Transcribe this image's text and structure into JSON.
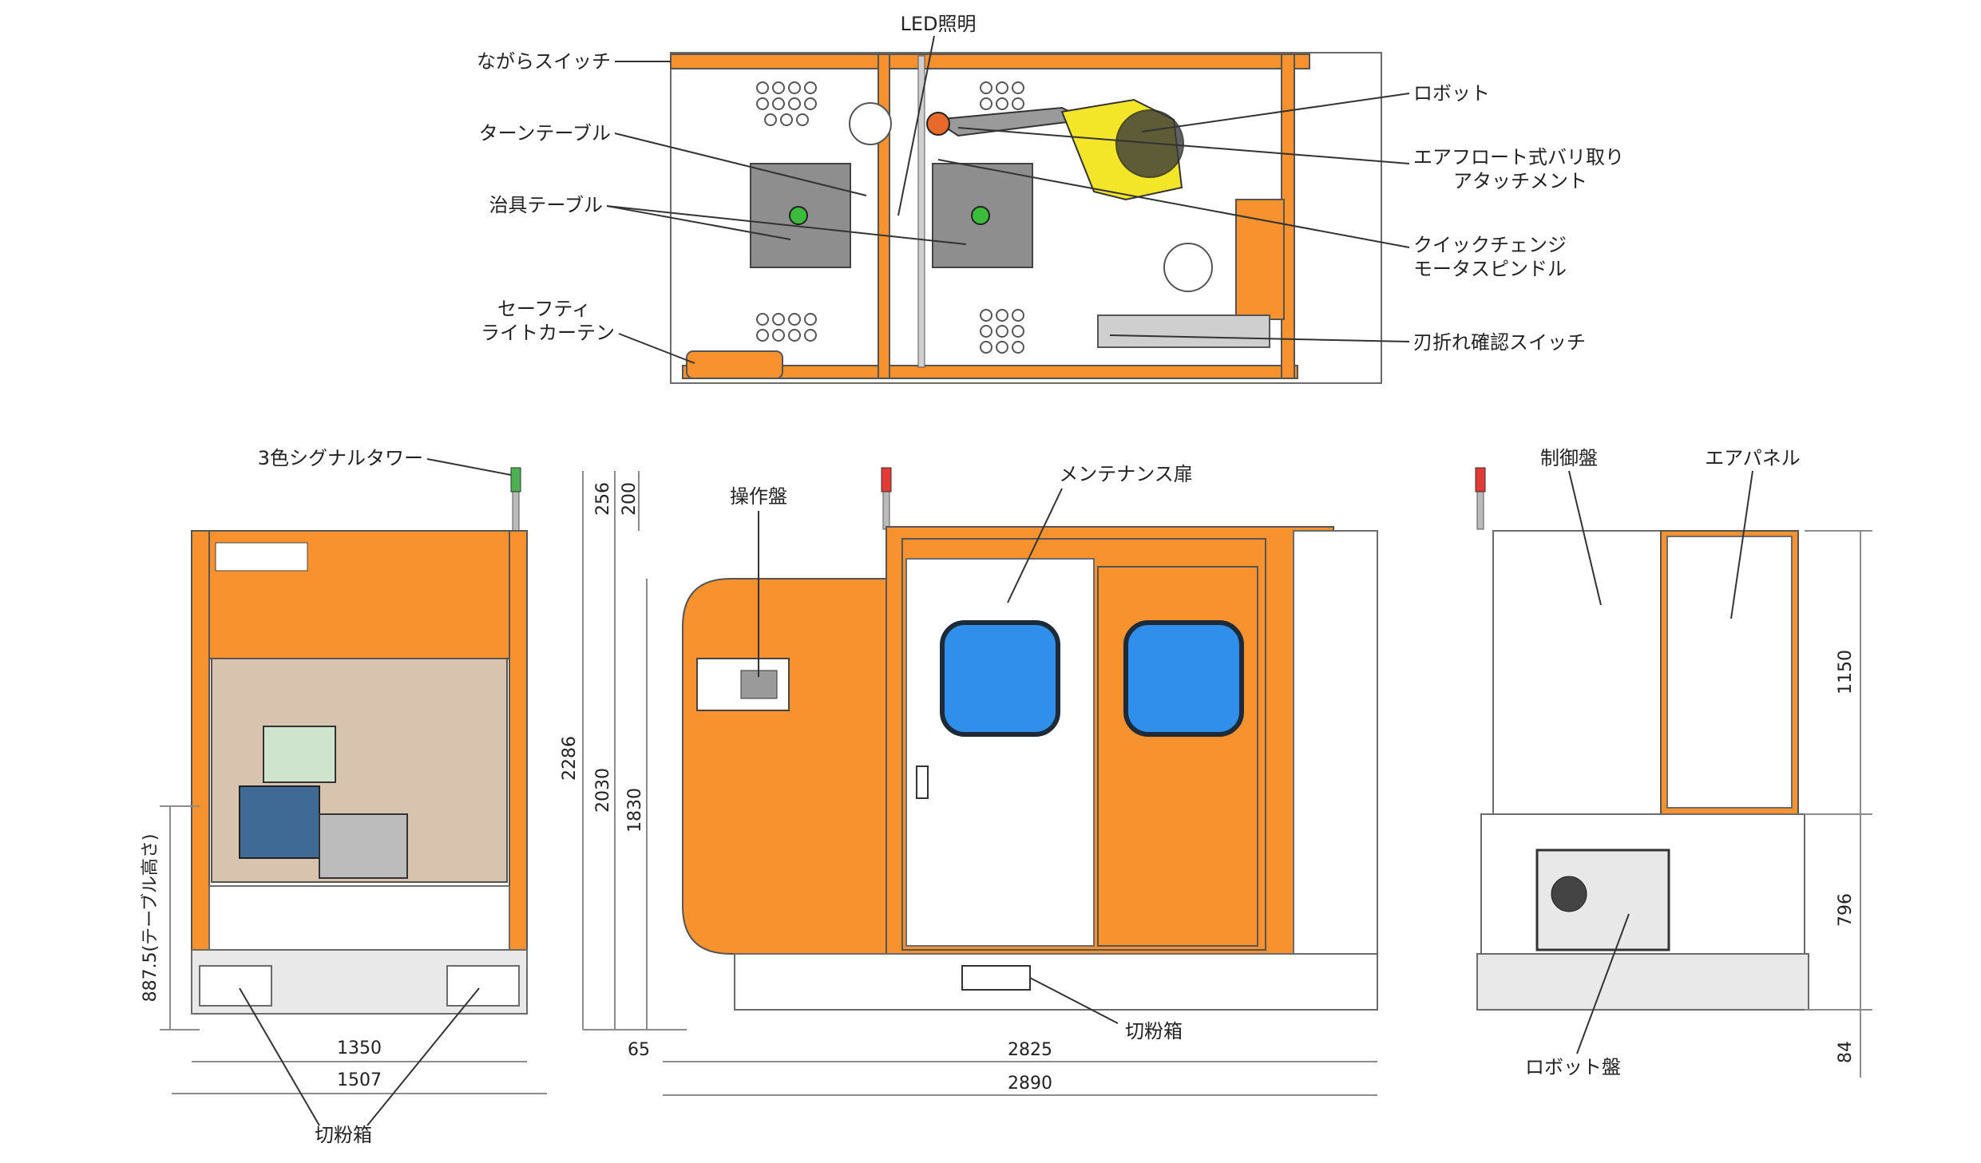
{
  "colors": {
    "body_orange": "#F7922E",
    "window_blue": "#2F8FEA",
    "robot_yellow": "#F3E629",
    "frame_gray": "#6b6b6b",
    "jig_gray": "#8e8e8e"
  },
  "labels": {
    "nagara_switch": "ながらスイッチ",
    "turntable": "ターンテーブル",
    "jig_table": "治具テーブル",
    "safety_line1": "セーフティ",
    "safety_line2": "ライトカーテン",
    "led": "LED照明",
    "robot": "ロボット",
    "air_float_line1": "エアフロート式バリ取り",
    "air_float_line2": "アタッチメント",
    "quick_change_line1": "クイックチェンジ",
    "quick_change_line2": "モータスピンドル",
    "blade_switch": "刃折れ確認スイッチ",
    "signal_tower": "3色シグナルタワー",
    "operation_panel": "操作盤",
    "maintenance_door": "メンテナンス扉",
    "control_panel": "制御盤",
    "air_panel": "エアパネル",
    "chip_box_front": "切粉箱",
    "chip_box_side": "切粉箱",
    "robot_panel": "ロボット盤"
  },
  "dimensions": {
    "front_inner_width": "1350",
    "front_outer_width": "1507",
    "table_height": "887.5(テーブル高さ)",
    "side_offset": "65",
    "side_inner_length": "2825",
    "side_outer_length": "2890",
    "total_height": "2286",
    "tower": "256",
    "tower_body": "200",
    "body_height": "2030",
    "door_height": "1830",
    "rear_upper": "1150",
    "rear_lower": "796",
    "rear_base": "84"
  }
}
